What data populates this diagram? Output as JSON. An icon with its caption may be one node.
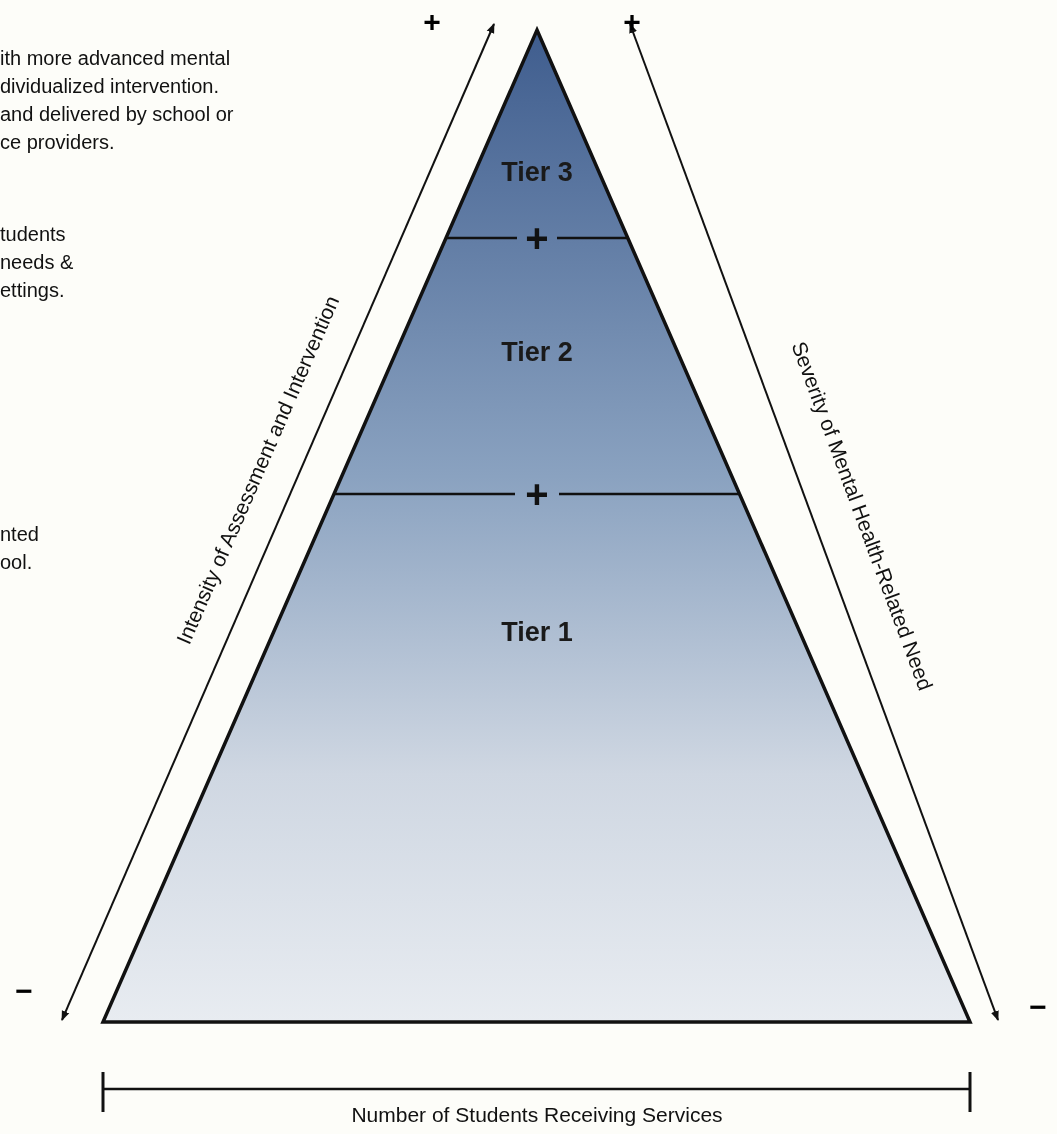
{
  "diagram": {
    "nodes": [
      {
        "text": [
          "Tier 3"
        ]
      },
      {
        "text": [
          "Tier 2"
        ]
      },
      {
        "text": [
          "Tier 1"
        ]
      }
    ],
    "labels": [
      "+",
      "+",
      "ith more advanced mental dividualized intervention. and delivered by school or ce providers.",
      "+",
      "tudents needs & ettings.",
      "+",
      "Intensity of Assessment and Intervention",
      "Severity of Mental Health-Related Need",
      "nted ool.",
      "−",
      "−",
      "Number of Students Receiving Services"
    ]
  }
}
